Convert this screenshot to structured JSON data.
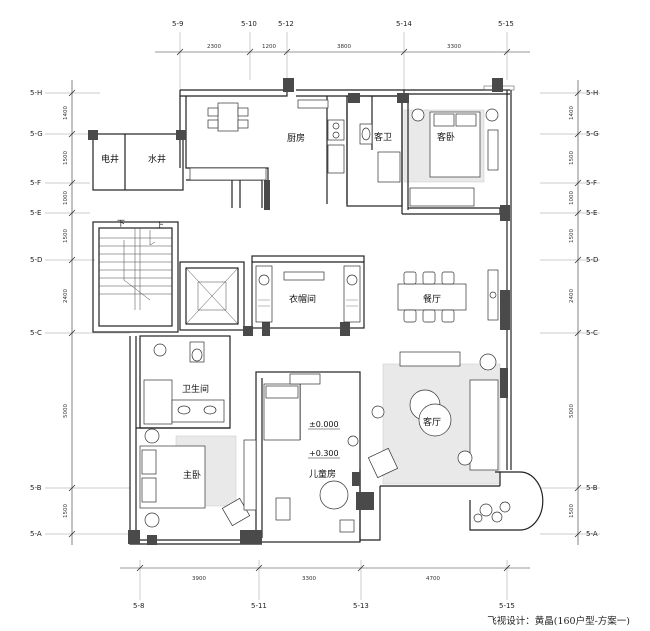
{
  "axes_top": [
    {
      "label": "5-9"
    },
    {
      "label": "5-10"
    },
    {
      "label": "5-12"
    },
    {
      "label": "5-14"
    },
    {
      "label": "5-15"
    }
  ],
  "axes_bottom": [
    {
      "label": "5-8"
    },
    {
      "label": "5-11"
    },
    {
      "label": "5-13"
    },
    {
      "label": "5-15"
    }
  ],
  "axes_rows": [
    {
      "label": "5-H"
    },
    {
      "label": "5-G"
    },
    {
      "label": "5-F"
    },
    {
      "label": "5-E"
    },
    {
      "label": "5-D"
    },
    {
      "label": "5-C"
    },
    {
      "label": "5-B"
    },
    {
      "label": "5-A"
    }
  ],
  "dims_top": [
    "2300",
    "1200",
    "3800",
    "3300"
  ],
  "dims_bottom": [
    "3900",
    "3300",
    "4700"
  ],
  "dims_side": [
    "1400",
    "1500",
    "1000",
    "1500",
    "2400",
    "5000",
    "1500"
  ],
  "rooms": {
    "elec_shaft": "电井",
    "water_shaft": "水井",
    "kitchen": "厨房",
    "guest_bath": "客卫",
    "guest_bedroom": "客卧",
    "stair_down": "下",
    "stair_up": "上",
    "closet": "衣帽间",
    "dining": "餐厅",
    "bathroom": "卫生间",
    "living": "客厅",
    "master_bedroom": "主卧",
    "kids_room": "儿童房"
  },
  "levels": {
    "level_a": "±0.000",
    "level_b": "+0.300"
  },
  "credit": "飞视设计：黄晶(160户型-方案一)"
}
